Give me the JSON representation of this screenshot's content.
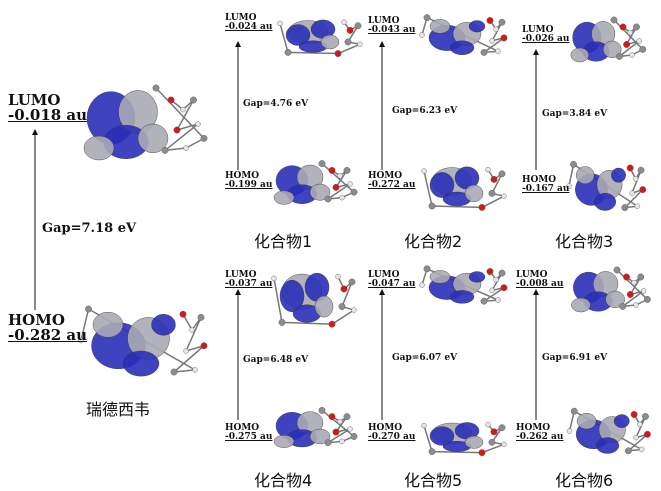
{
  "main": {
    "lumo_label": "LUMO",
    "lumo_value": "-0.018 au",
    "homo_label": "HOMO",
    "homo_value": "-0.282 au",
    "gap": "Gap=7.18 eV",
    "name": "瑞德西韦"
  },
  "compounds": [
    {
      "name": "化合物1",
      "lumo_label": "LUMO",
      "lumo_value": "-0.024 au",
      "homo_label": "HOMO",
      "homo_value": "-0.199 au",
      "gap": "Gap=4.76 eV"
    },
    {
      "name": "化合物2",
      "lumo_label": "LUMO",
      "lumo_value": "-0.043 au",
      "homo_label": "HOMO",
      "homo_value": "-0.272 au",
      "gap": "Gap=6.23 eV"
    },
    {
      "name": "化合物3",
      "lumo_label": "LUMO",
      "lumo_value": "-0.026 au",
      "homo_label": "HOMO",
      "homo_value": "-0.167 au",
      "gap": "Gap=3.84 eV"
    },
    {
      "name": "化合物4",
      "lumo_label": "LUMO",
      "lumo_value": "-0.037 au",
      "homo_label": "HOMO",
      "homo_value": "-0.275 au",
      "gap": "Gap=6.48 eV"
    },
    {
      "name": "化合物5",
      "lumo_label": "LUMO",
      "lumo_value": "-0.047 au",
      "homo_label": "HOMO",
      "homo_value": "-0.270 au",
      "gap": "Gap=6.07 eV"
    },
    {
      "name": "化合物6",
      "lumo_label": "LUMO",
      "lumo_value": "-0.008 au",
      "homo_label": "HOMO",
      "homo_value": "-0.262 au",
      "gap": "Gap=6.91 eV"
    }
  ],
  "colors": {
    "lobe_blue": "#2a2fb8",
    "lobe_grey": "#a9aab3",
    "atom_red": "#d21a1a",
    "atom_white": "#e6e6e6",
    "atom_grey": "#8c8c8c",
    "text": "#111111"
  }
}
